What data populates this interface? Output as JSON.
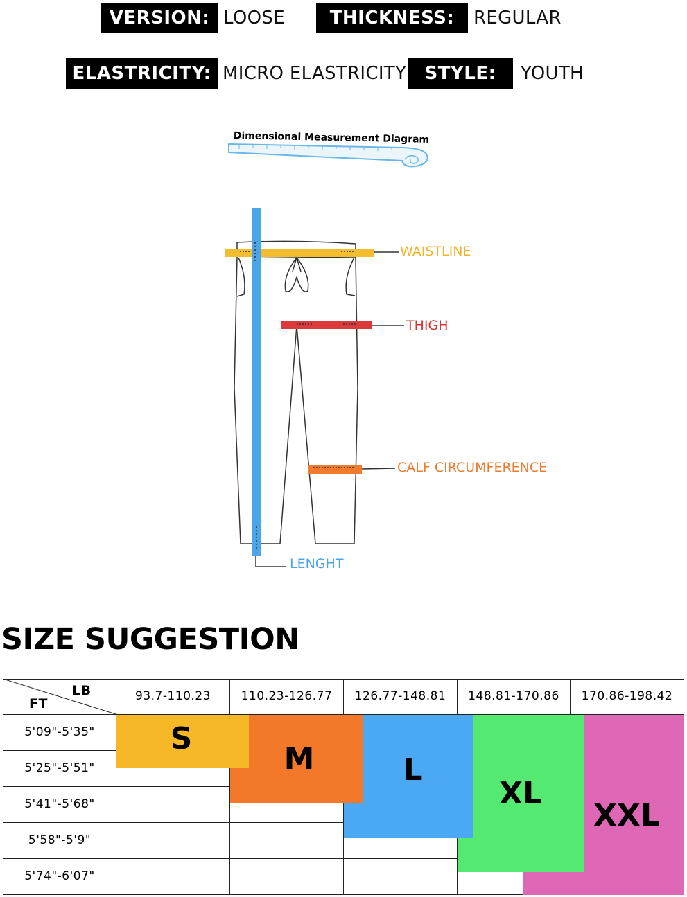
{
  "attributes": [
    {
      "key": "VERSION:",
      "value": "LOOSE"
    },
    {
      "key": "THICKNESS:",
      "value": "REGULAR"
    },
    {
      "key": "ELASTRICITY:",
      "value": "MICRO ELASTRICITY"
    },
    {
      "key": "STYLE:",
      "value": "YOUTH"
    }
  ],
  "diagram": {
    "title": "Dimensional Measurement Diagram",
    "labels": {
      "waistline": "WAISTLINE",
      "thigh": "THIGH",
      "calf": "CALF CIRCUMFERENCE",
      "length": "LENGHT"
    },
    "colors": {
      "waistline": "#f4bd2f",
      "thigh": "#dc3a3a",
      "calf": "#f07a2e",
      "length": "#4aa6e6",
      "tape": "#6ab7e8"
    }
  },
  "size_suggestion": {
    "title": "SIZE SUGGESTION",
    "corner_lb": "LB",
    "corner_ft": "FT",
    "weight_ranges": [
      "93.7-110.23",
      "110.23-126.77",
      "126.77-148.81",
      "148.81-170.86",
      "170.86-198.42"
    ],
    "height_ranges": [
      "5'09\"-5'35\"",
      "5'25\"-5'51\"",
      "5'41\"-5'68\"",
      "5'58\"-5'9\"",
      "5'74\"-6'07\""
    ],
    "sizes": [
      {
        "label": "S",
        "color": "#f6b826"
      },
      {
        "label": "M",
        "color": "#f4782a"
      },
      {
        "label": "L",
        "color": "#4aa9f2"
      },
      {
        "label": "XL",
        "color": "#54ea72"
      },
      {
        "label": "XXL",
        "color": "#de68b6"
      }
    ]
  }
}
